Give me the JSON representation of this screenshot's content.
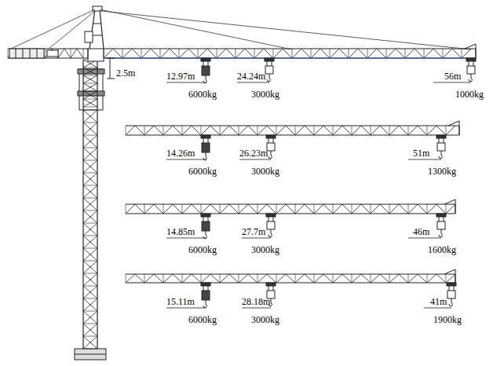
{
  "diagram": {
    "labels": [
      "2.5m",
      "12.97m",
      "6000kg",
      "24.24m",
      "3000kg",
      "56m",
      "1000kg",
      "14.26m",
      "6000kg",
      "26.23m",
      "3000kg",
      "51m",
      "1300kg",
      "14.85m",
      "6000kg",
      "27.7m",
      "3000kg",
      "46m",
      "1600kg",
      "15.11m",
      "6000kg",
      "28.18m",
      "3000kg",
      "41m",
      "1900kg"
    ]
  }
}
